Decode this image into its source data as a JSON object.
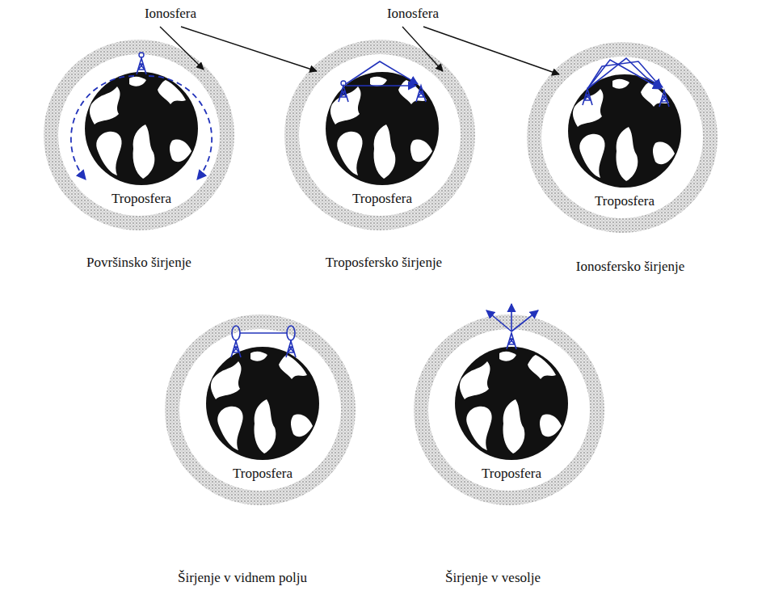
{
  "diagram": {
    "nodes": [
      {
        "text": [
          "Troposfera",
          "Površinsko širjenje"
        ]
      },
      {
        "text": [
          "Troposfera",
          "Troposfersko širjenje"
        ]
      },
      {
        "text": [
          "Troposfera",
          "Ionosfersko širjenje"
        ]
      },
      {
        "text": [
          "Troposfera",
          "Širjenje v vidnem polju"
        ]
      },
      {
        "text": [
          "Troposfera",
          "Širjenje v vesolje"
        ]
      }
    ],
    "labels": [
      "Ionosfera",
      "Ionosfera"
    ]
  }
}
